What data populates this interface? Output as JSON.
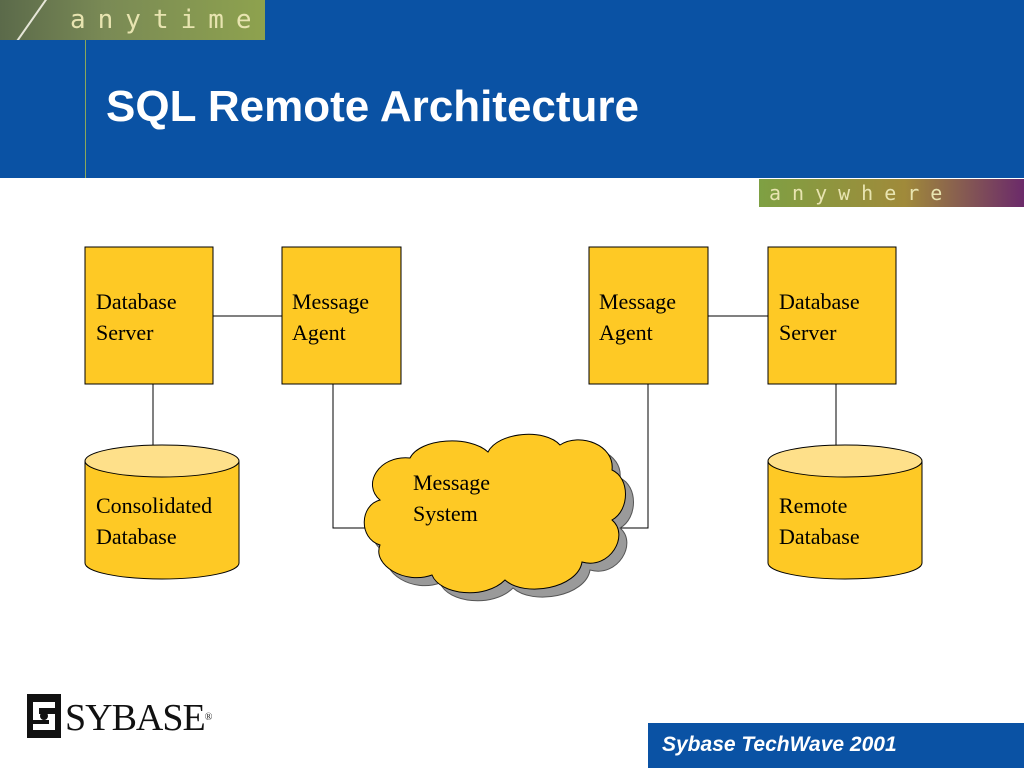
{
  "slide": {
    "title": "SQL Remote Architecture",
    "banner_top": "anytime",
    "banner_bottom": "anywhere",
    "logo_text": "SYBASE",
    "logo_mark": "®",
    "footer": "Sybase TechWave 2001"
  },
  "colors": {
    "header_blue": "#0a52a4",
    "node_fill": "#fec925",
    "cylinder_top": "#fee08a",
    "shadow": "#9a9a9a"
  },
  "diagram": {
    "nodes": [
      {
        "id": "db-server-left",
        "shape": "box",
        "lines": [
          "Database",
          "Server"
        ]
      },
      {
        "id": "msg-agent-left",
        "shape": "box",
        "lines": [
          "Message",
          "Agent"
        ]
      },
      {
        "id": "msg-agent-right",
        "shape": "box",
        "lines": [
          "Message",
          "Agent"
        ]
      },
      {
        "id": "db-server-right",
        "shape": "box",
        "lines": [
          "Database",
          "Server"
        ]
      },
      {
        "id": "consolidated-db",
        "shape": "cylinder",
        "lines": [
          "Consolidated",
          "Database"
        ]
      },
      {
        "id": "message-system",
        "shape": "cloud",
        "lines": [
          "Message",
          "System"
        ]
      },
      {
        "id": "remote-db",
        "shape": "cylinder",
        "lines": [
          "Remote",
          "Database"
        ]
      }
    ],
    "edges": [
      {
        "from": "db-server-left",
        "to": "msg-agent-left"
      },
      {
        "from": "msg-agent-right",
        "to": "db-server-right"
      },
      {
        "from": "db-server-left",
        "to": "consolidated-db"
      },
      {
        "from": "db-server-right",
        "to": "remote-db"
      },
      {
        "from": "msg-agent-left",
        "to": "message-system"
      },
      {
        "from": "msg-agent-right",
        "to": "message-system"
      }
    ]
  }
}
